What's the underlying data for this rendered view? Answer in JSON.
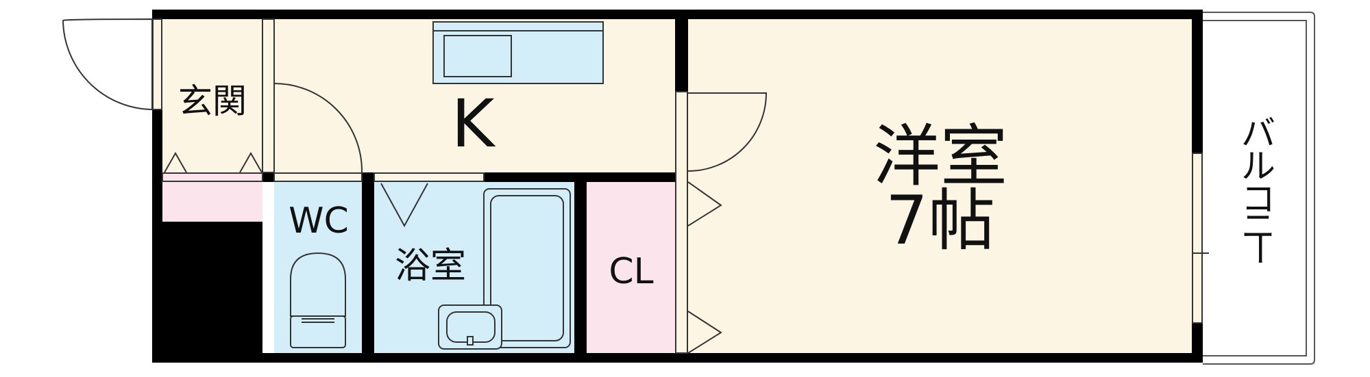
{
  "floor_plan": {
    "rooms": {
      "entrance": "玄関",
      "kitchen": "K",
      "wc": "WC",
      "bath": "浴室",
      "closet": "CL",
      "western_room": "洋室",
      "western_room_size": "7帖",
      "balcony": [
        "バ",
        "ル",
        "コ",
        "ニ",
        "ー"
      ]
    },
    "colors": {
      "wall": "#000000",
      "living": "#fdf5e3",
      "wet": "#d3eef9",
      "storage": "#fbe4ec",
      "line": "#333333"
    }
  }
}
